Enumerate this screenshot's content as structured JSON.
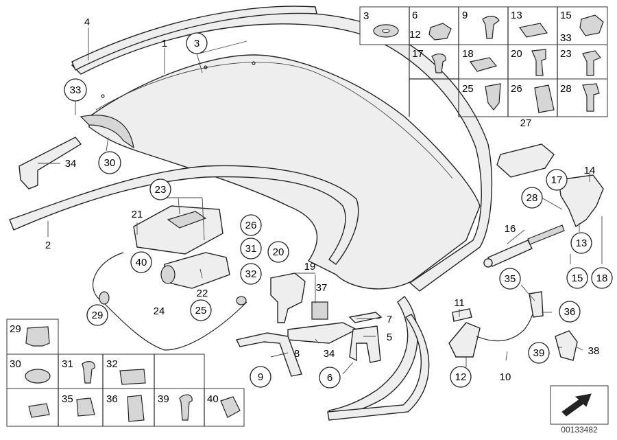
{
  "diagram": {
    "image_number": "00133482",
    "callouts": {
      "c1": "1",
      "c2": "2",
      "c3": "3",
      "c4": "4",
      "c5": "5",
      "c6": "6",
      "c7": "7",
      "c8": "8",
      "c9": "9",
      "c10": "10",
      "c11": "11",
      "c12": "12",
      "c13": "13",
      "c14": "14",
      "c15": "15",
      "c16": "16",
      "c17": "17",
      "c18": "18",
      "c19": "19",
      "c20": "20",
      "c21": "21",
      "c22": "22",
      "c23": "23",
      "c24": "24",
      "c25": "25",
      "c26": "26",
      "c27": "27",
      "c28": "28",
      "c29": "29",
      "c30": "30",
      "c31": "31",
      "c32": "32",
      "c33": "33",
      "c34": "34",
      "c35": "35",
      "c36": "36",
      "c37": "37",
      "c38": "38",
      "c39": "39",
      "c40": "40"
    },
    "top_grid": {
      "r1c1": "3",
      "r1c2a": "6",
      "r1c2b": "12",
      "r1c3": "9",
      "r1c4": "13",
      "r1c5a": "15",
      "r1c5b": "33",
      "r2c2": "17",
      "r2c3": "18",
      "r2c4": "20",
      "r2c5": "23",
      "r3c3": "25",
      "r3c4": "26",
      "r3c5": "28"
    },
    "bottom_grid": {
      "g29": "29",
      "g30": "30",
      "g31": "31",
      "g32": "32",
      "g35": "35",
      "g36": "36",
      "g39": "39",
      "g40": "40"
    }
  }
}
